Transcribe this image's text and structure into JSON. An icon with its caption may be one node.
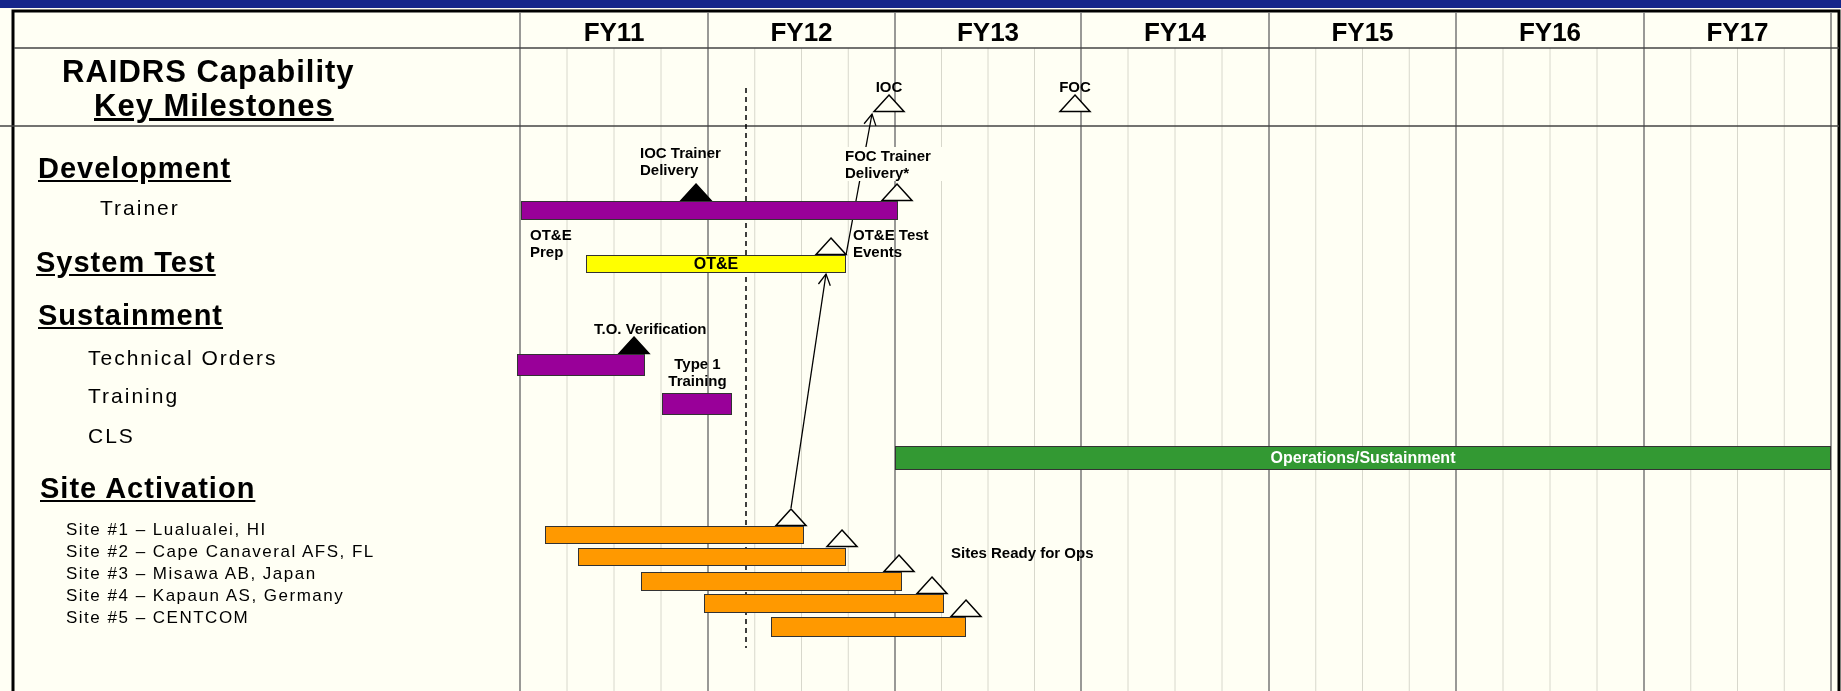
{
  "diagram": {
    "nodes": [
      {
        "text": [
          "IOC"
        ]
      },
      {
        "text": [
          "FOC"
        ]
      },
      {
        "text": [
          "IOC Trainer Delivery"
        ]
      },
      {
        "text": [
          "FOC Trainer Delivery*"
        ]
      },
      {
        "text": [],
        "shape": "bar"
      },
      {
        "text": [
          "OT&E Test Events"
        ]
      },
      {
        "text": [
          "OT&E"
        ],
        "beside": [
          "OT&E Prep"
        ]
      },
      {
        "text": [
          "T.O. Verification"
        ]
      },
      {
        "text": [],
        "shape": "bar"
      },
      {
        "text": [],
        "shape": "bar",
        "beside": [
          "Type 1 Training"
        ]
      },
      {
        "text": [
          "Operations/Sustainment"
        ]
      },
      {
        "text": [],
        "shape": "triangle"
      },
      {
        "text": [],
        "shape": "bar"
      },
      {
        "text": [],
        "shape": "triangle"
      },
      {
        "text": [],
        "shape": "bar"
      },
      {
        "text": [],
        "shape": "triangle"
      },
      {
        "text": [],
        "shape": "bar"
      },
      {
        "text": [],
        "shape": "triangle"
      },
      {
        "text": [],
        "shape": "bar"
      },
      {
        "text": [],
        "shape": "triangle"
      },
      {
        "text": [],
        "shape": "bar"
      }
    ],
    "edges": [
      {
        "from": 11,
        "to": 5,
        "arrow": "to"
      },
      {
        "from": 5,
        "to": 0,
        "arrow": "to"
      }
    ],
    "labels": [
      "FY11",
      "FY12",
      "FY13",
      "FY14",
      "FY15",
      "FY16",
      "FY17",
      "RAIDRS Capability",
      "Key Milestones",
      "Development",
      "Trainer",
      "System Test",
      "Sustainment",
      "Technical Orders",
      "Training",
      "CLS",
      "Site Activation",
      "Site #1 – Lualualei, HI",
      "Site #2 – Cape Canaveral AFS, FL",
      "Site #3 – Misawa AB, Japan",
      "Site #4 – Kapaun AS, Germany",
      "Site #5 – CENTCOM",
      "Sites Ready for Ops"
    ]
  }
}
